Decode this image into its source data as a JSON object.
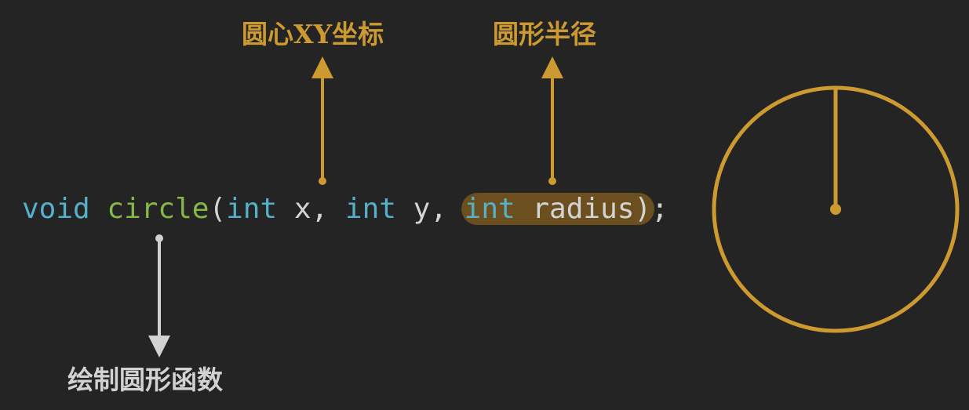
{
  "annotations": {
    "xy_label": "圆心XY坐标",
    "radius_label": "圆形半径",
    "function_label": "绘制圆形函数"
  },
  "code": {
    "void_kw": "void",
    "func_name": "circle",
    "open_paren": "(",
    "int1": "int",
    "x_param": "x,",
    "int2": "int",
    "y_param": "y,",
    "int3": "int",
    "radius_param": "radius)",
    "semicolon": ";"
  },
  "colors": {
    "background": "#242424",
    "accent": "#cd9a32",
    "keyword": "#55b1c9",
    "function": "#86b84a",
    "text": "#d4d4d4",
    "highlight": "#6b4f1f"
  }
}
